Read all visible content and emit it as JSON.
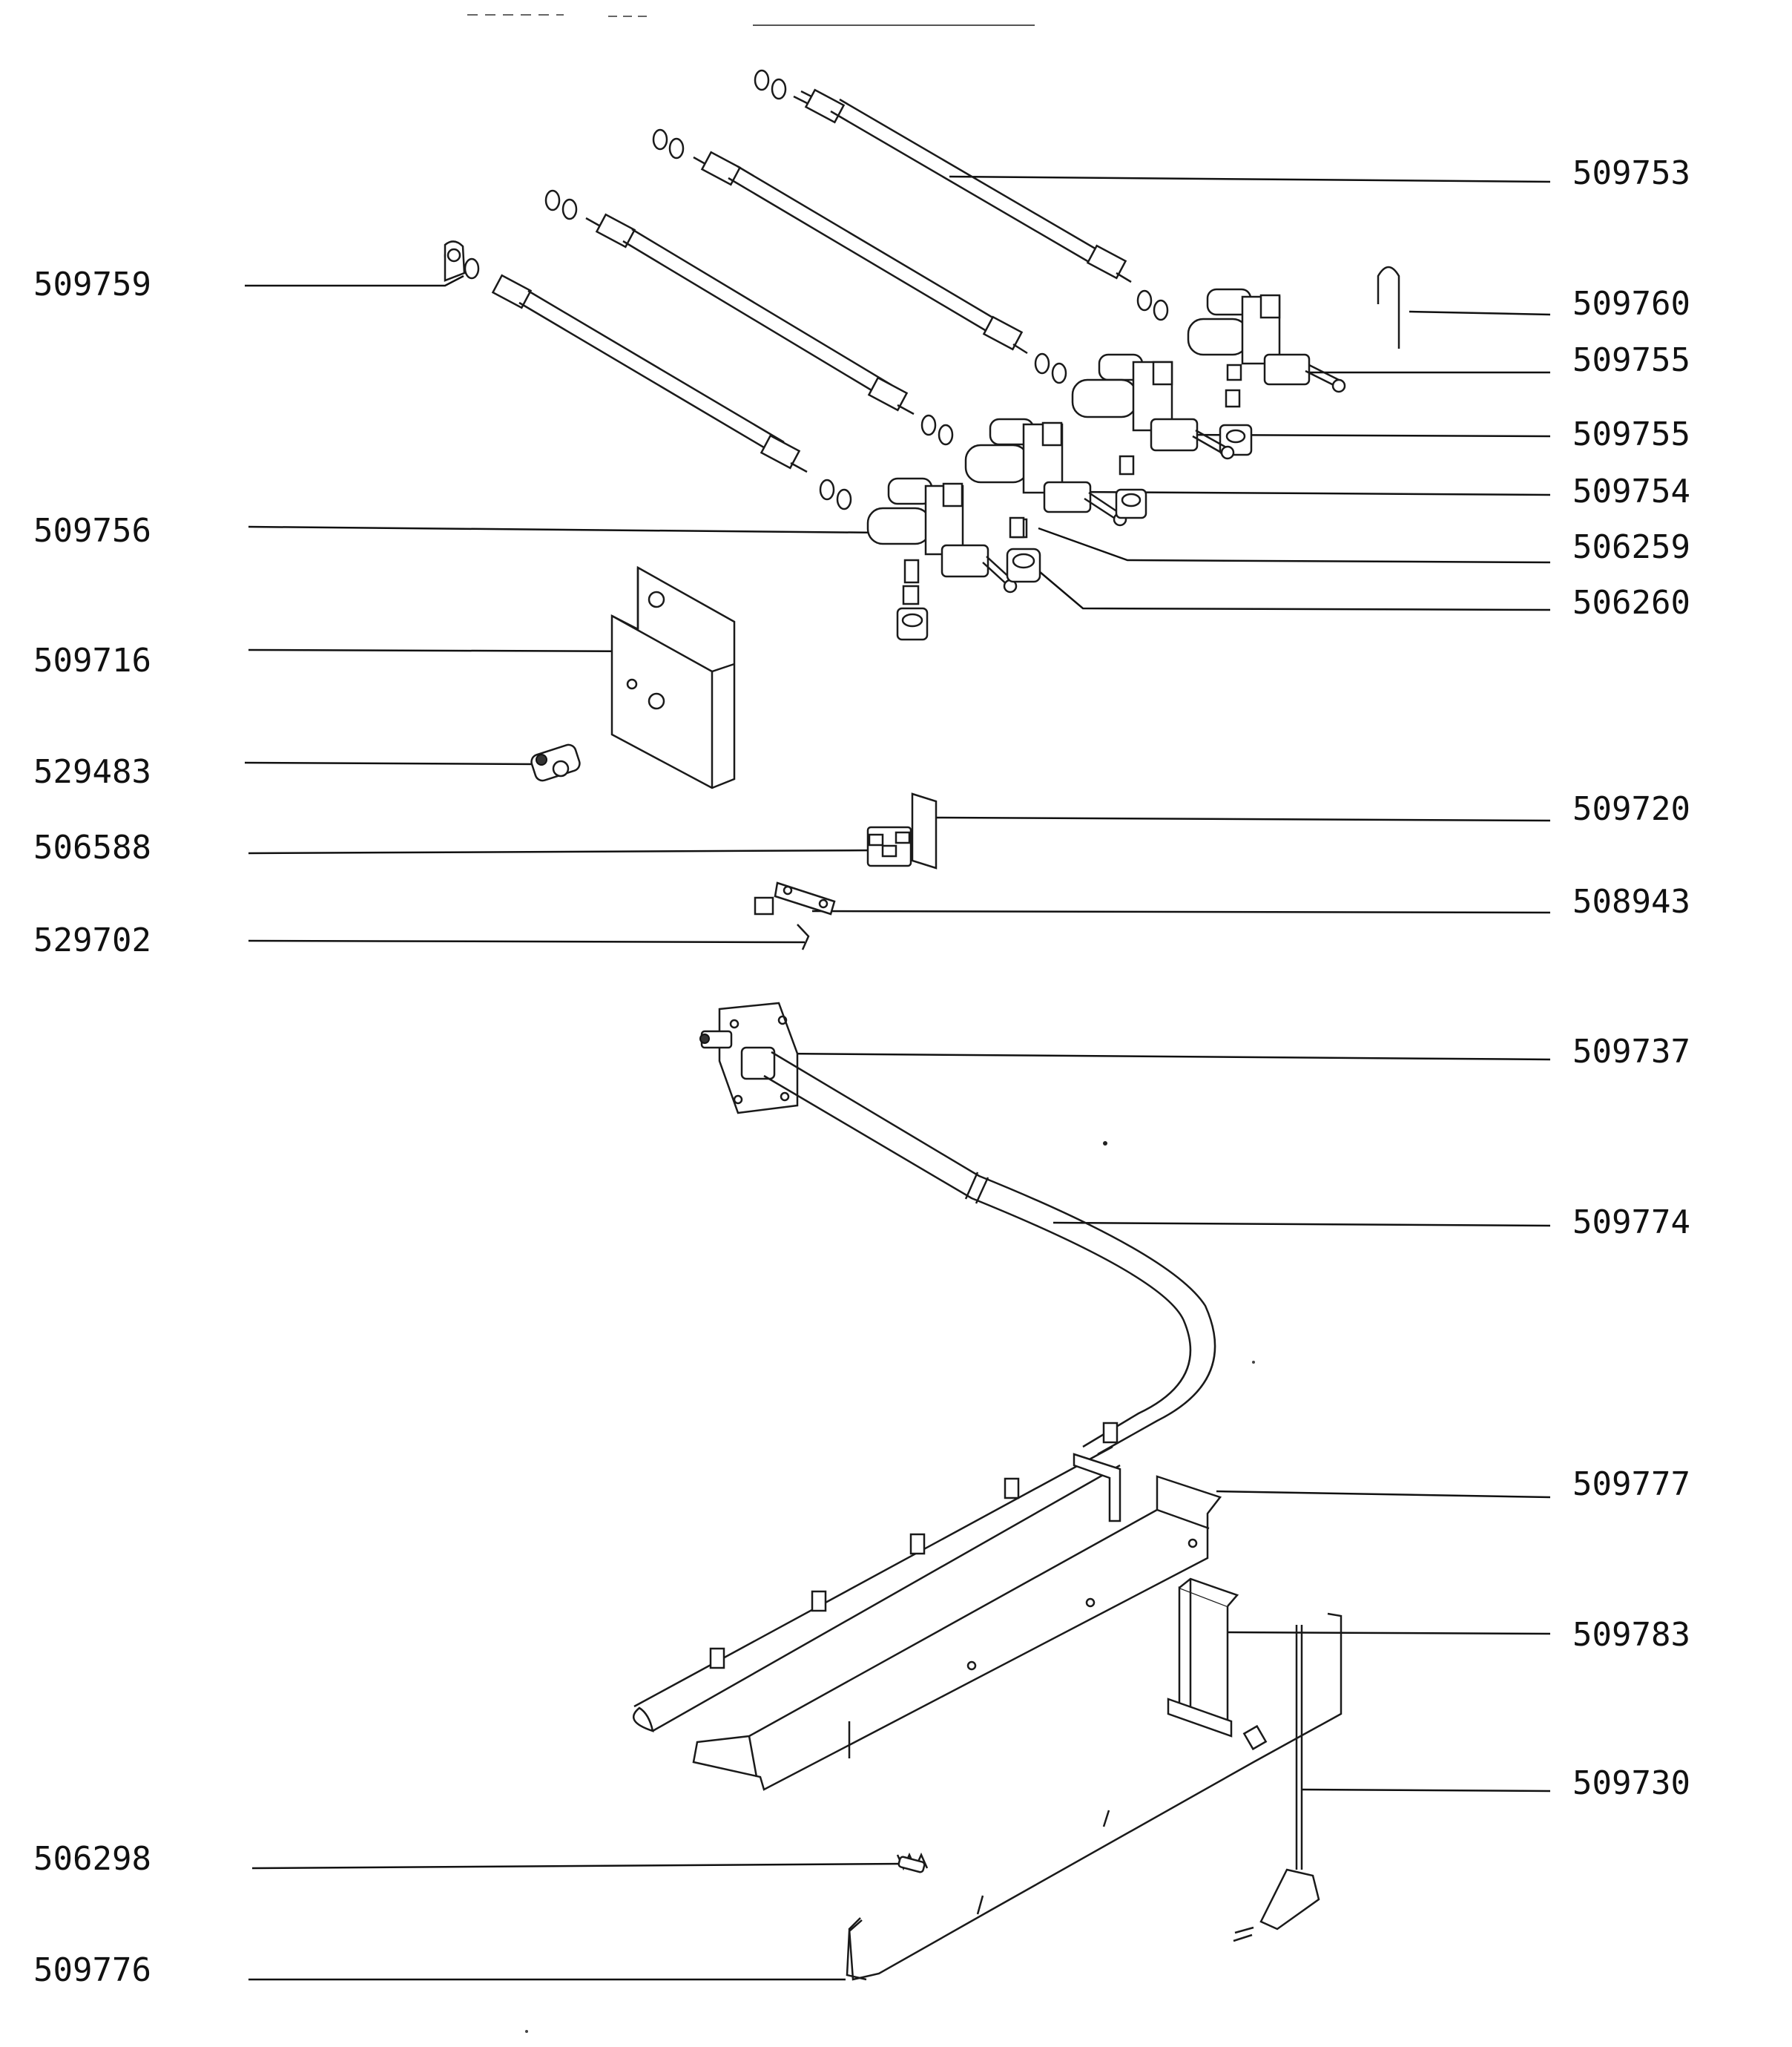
{
  "labels": {
    "p509753": "509753",
    "p509759": "509759",
    "p509760": "509760",
    "p509755a": "509755",
    "p509755b": "509755",
    "p509754": "509754",
    "p509756": "509756",
    "p506259": "506259",
    "p506260": "506260",
    "p509716": "509716",
    "p529483": "529483",
    "p509720": "509720",
    "p506588": "506588",
    "p508943": "508943",
    "p529702": "529702",
    "p509737": "509737",
    "p509774": "509774",
    "p509777": "509777",
    "p509783": "509783",
    "p509730": "509730",
    "p506298": "506298",
    "p509776": "509776"
  }
}
